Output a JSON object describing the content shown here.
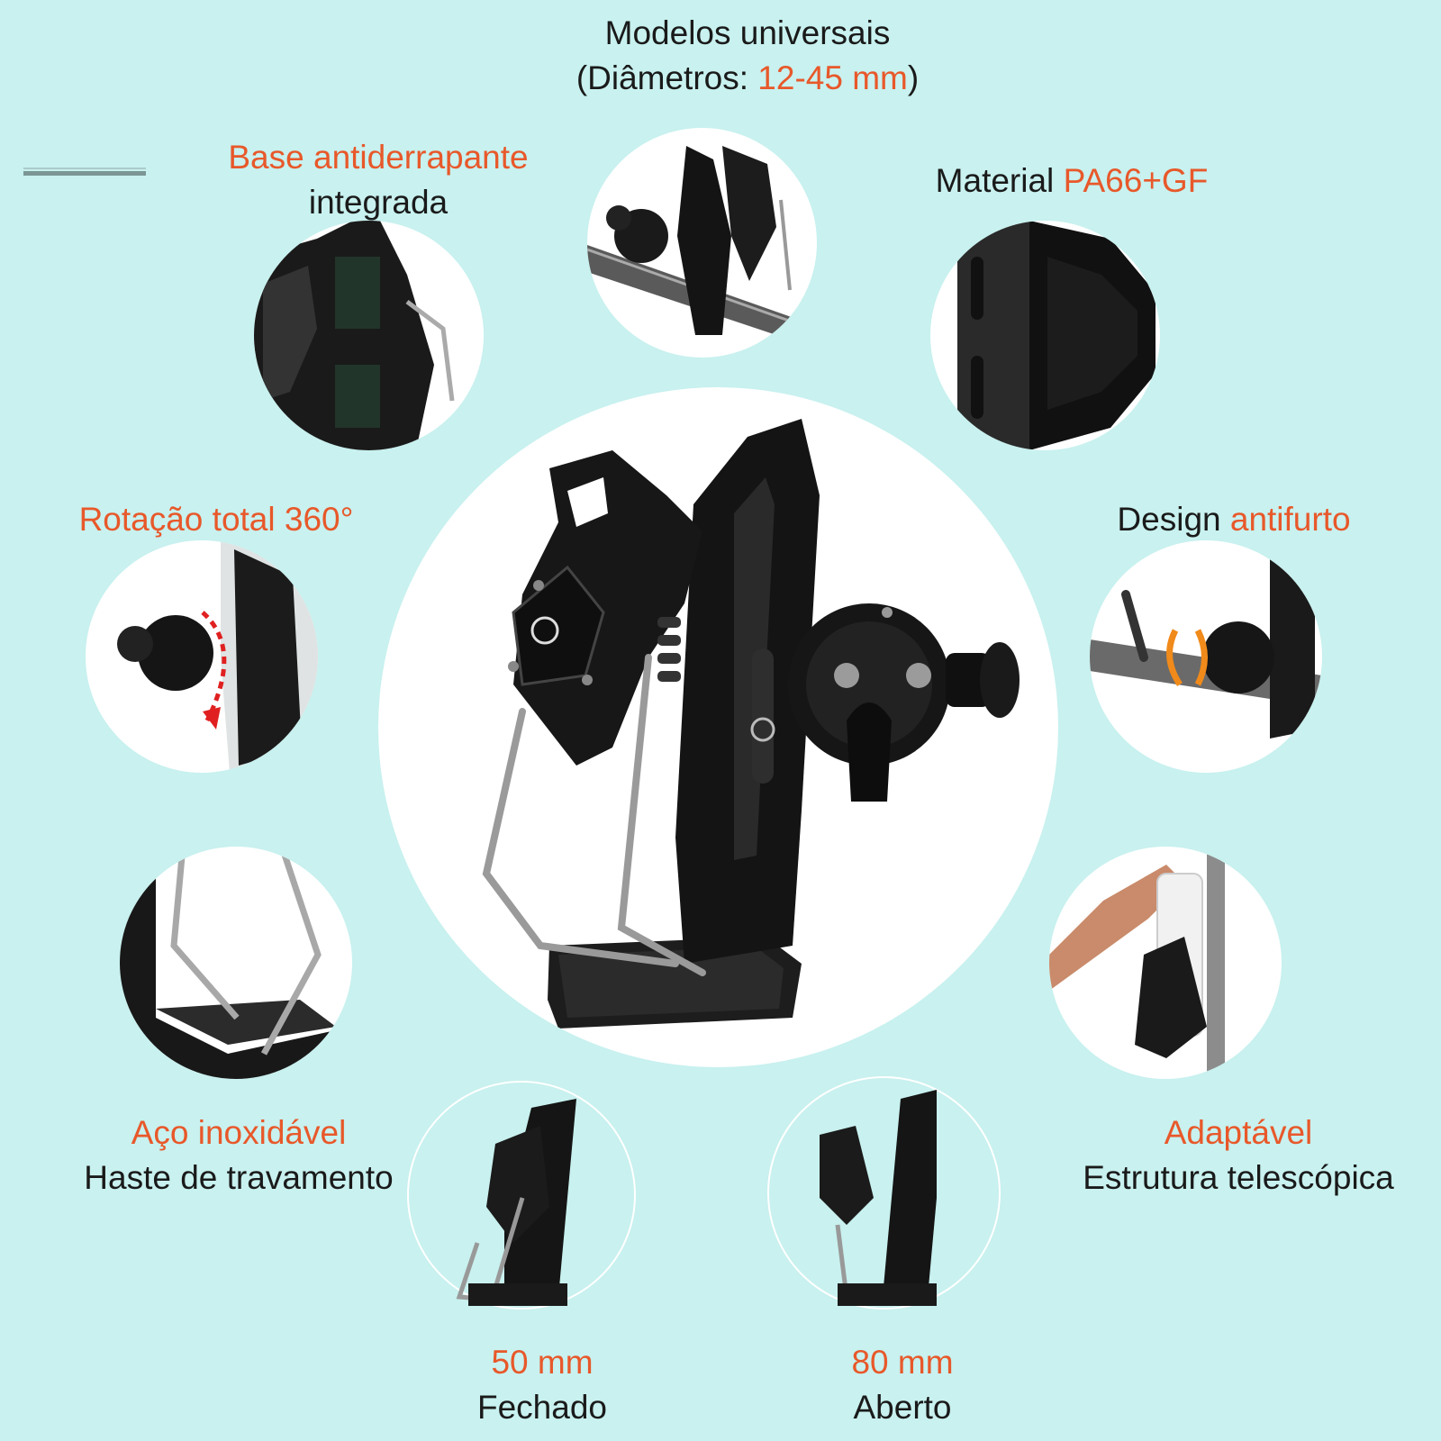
{
  "header": {
    "line1": "Modelos universais",
    "line2_prefix": "(Diâmetros: ",
    "line2_value": "12-45 mm",
    "line2_suffix": ")"
  },
  "features": {
    "base": {
      "accent": "Base antiderrapante",
      "text": "integrada"
    },
    "material": {
      "text": "Material ",
      "accent": "PA66+GF"
    },
    "rotation": {
      "accent": "Rotação total 360°"
    },
    "antitheft": {
      "text": "Design ",
      "accent": "antifurto"
    },
    "steel": {
      "accent": "Aço inoxidável",
      "text": "Haste de travamento"
    },
    "adaptable": {
      "accent": "Adaptável",
      "text": "Estrutura telescópica"
    },
    "closed": {
      "accent": "50 mm",
      "text": "Fechado"
    },
    "open": {
      "accent": "80 mm",
      "text": "Aberto"
    }
  },
  "colors": {
    "background": "#c8f1ef",
    "accent": "#e8582a",
    "text": "#1a1a1a",
    "product": "#151515"
  }
}
